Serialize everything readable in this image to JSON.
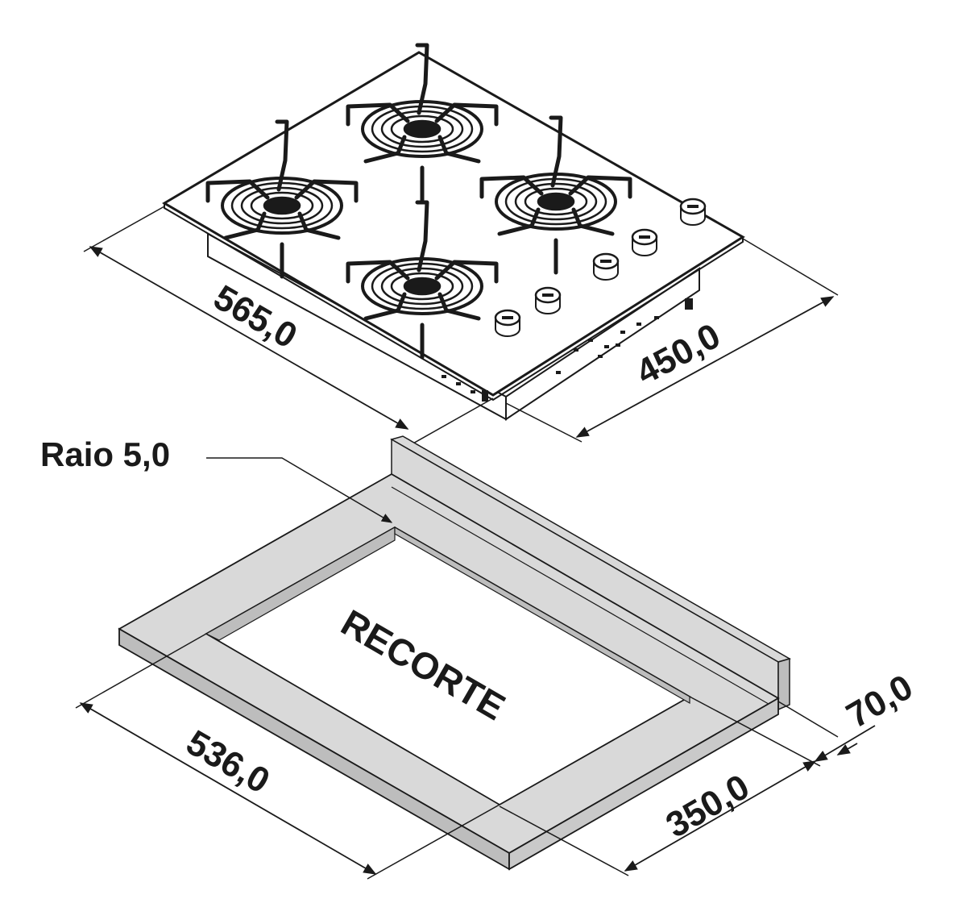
{
  "hob": {
    "width_label": "565,0",
    "depth_label": "450,0",
    "burner_count": 4,
    "knob_count": 5
  },
  "countertop": {
    "radius_label": "Raio 5,0",
    "cutout_label": "RECORTE",
    "cutout_width_label": "536,0",
    "cutout_depth_label": "350,0",
    "backsplash_offset_label": "70,0",
    "surface_color": "#d9d9d9",
    "edge_color": "#bdbdbd"
  },
  "colors": {
    "line": "#1a1a1a",
    "background": "#ffffff"
  }
}
